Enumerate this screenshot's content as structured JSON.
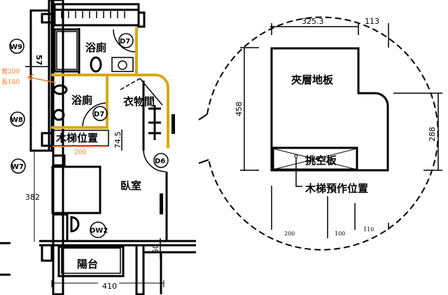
{
  "floor_plan": {
    "rooms": {
      "bathroom_upper": "浴廁",
      "bathroom_lower": "浴廁",
      "closet": "衣物間",
      "bedroom": "臥室",
      "balcony": "陽台",
      "stair_position": "木梯位置"
    },
    "tags": {
      "door_d7_a": "D7",
      "door_d7_b": "D7",
      "door_d6": "D6",
      "window_w9": "W9",
      "window_w8": "W8",
      "window_w7": "W7",
      "door_dw2": "DW2"
    },
    "dimensions": {
      "d57": "57",
      "d745": "74.5",
      "d200": "200",
      "d382": "382",
      "d410": "410",
      "d50": "50"
    },
    "annotation": {
      "width": "寬200",
      "length": "長180"
    },
    "colors": {
      "highlight": "#d9a916",
      "annotation": "#f07a2a"
    }
  },
  "detail": {
    "mezzanine": "夾層地板",
    "hollow_panel": "挑空板",
    "stair_reserved": "木梯預作位置",
    "dimensions": {
      "top_a": "325.3",
      "top_b": "113",
      "left": "458",
      "right": "288",
      "bottom_a": "200",
      "bottom_b": "100",
      "bottom_c": "110"
    }
  }
}
